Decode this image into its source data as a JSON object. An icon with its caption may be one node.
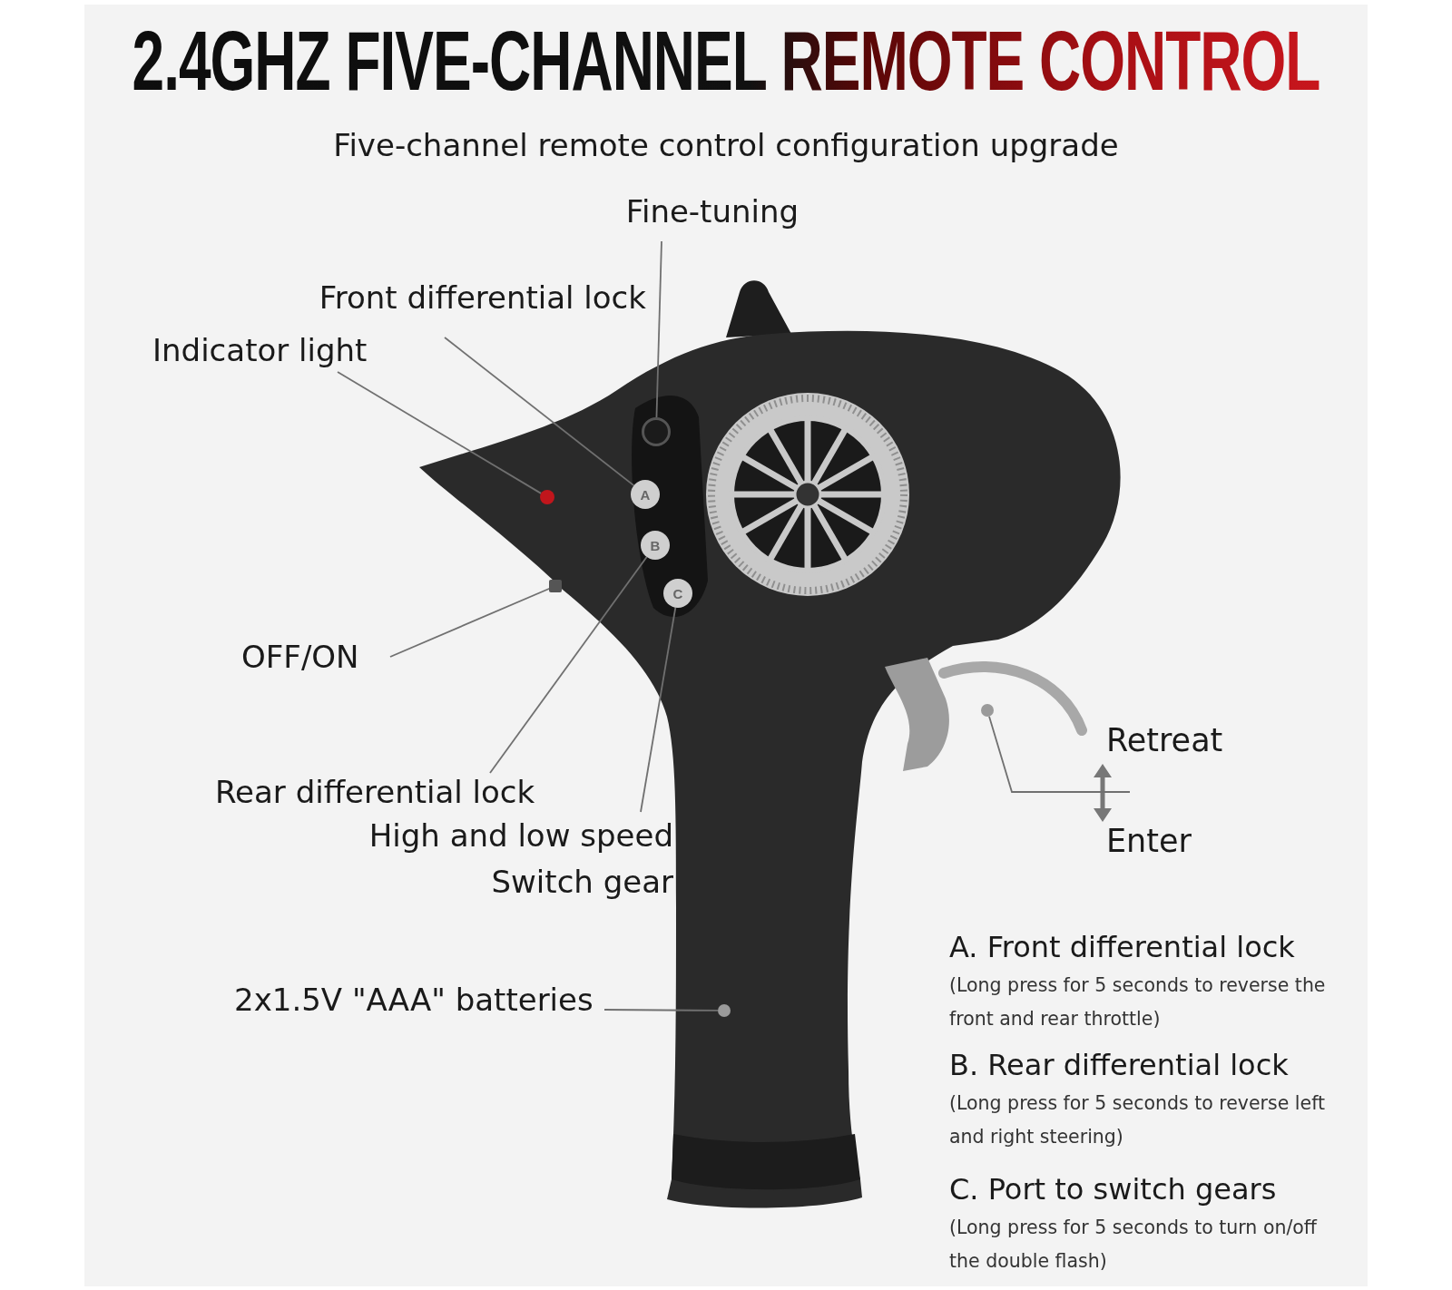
{
  "diagram": {
    "title": "2.4GHZ FIVE-CHANNEL REMOTE CONTROL",
    "nodes": [
      {
        "text": [
          "Fine-tuning"
        ]
      },
      {
        "text": [
          "Front differential lock"
        ]
      },
      {
        "text": [
          "Indicator light"
        ]
      },
      {
        "text": [
          "OFF/ON"
        ]
      },
      {
        "text": [
          "Rear differential lock"
        ]
      },
      {
        "text": [
          "High and low speed Switch gear"
        ]
      },
      {
        "text": [
          "2x1.5V \"AAA\" batteries"
        ]
      },
      {
        "text": [],
        "shape": "circle"
      },
      {
        "text": [
          "A"
        ]
      },
      {
        "text": [
          "B"
        ]
      },
      {
        "text": [
          "C"
        ]
      },
      {
        "text": [],
        "shape": "circle"
      },
      {
        "text": [],
        "shape": "box"
      },
      {
        "text": [],
        "shape": "circle"
      },
      {
        "text": [],
        "shape": "circle"
      }
    ],
    "edges": [
      {
        "from": 0,
        "to": 7,
        "arrow": "none"
      },
      {
        "from": 1,
        "to": 8,
        "arrow": "none"
      },
      {
        "from": 2,
        "to": 11,
        "arrow": "none"
      },
      {
        "from": 3,
        "to": 12,
        "arrow": "none"
      },
      {
        "from": 4,
        "to": 9,
        "arrow": "none"
      },
      {
        "from": 5,
        "to": 10,
        "arrow": "none"
      },
      {
        "from": 6,
        "to": 13,
        "arrow": "none"
      },
      {
        "from": 14,
        "to": null,
        "arrow": "none"
      }
    ],
    "labels": [
      "Five-channel remote control configuration upgrade",
      "Retreat",
      "Enter",
      "A. Front differential lock",
      "(Long press for 5 seconds to reverse the front and rear throttle)",
      "B. Rear differential lock",
      "(Long press for 5 seconds to reverse left and right steering)",
      "C. Port to switch gears",
      "(Long press for 5 seconds to turn on/off the double flash)"
    ]
  }
}
